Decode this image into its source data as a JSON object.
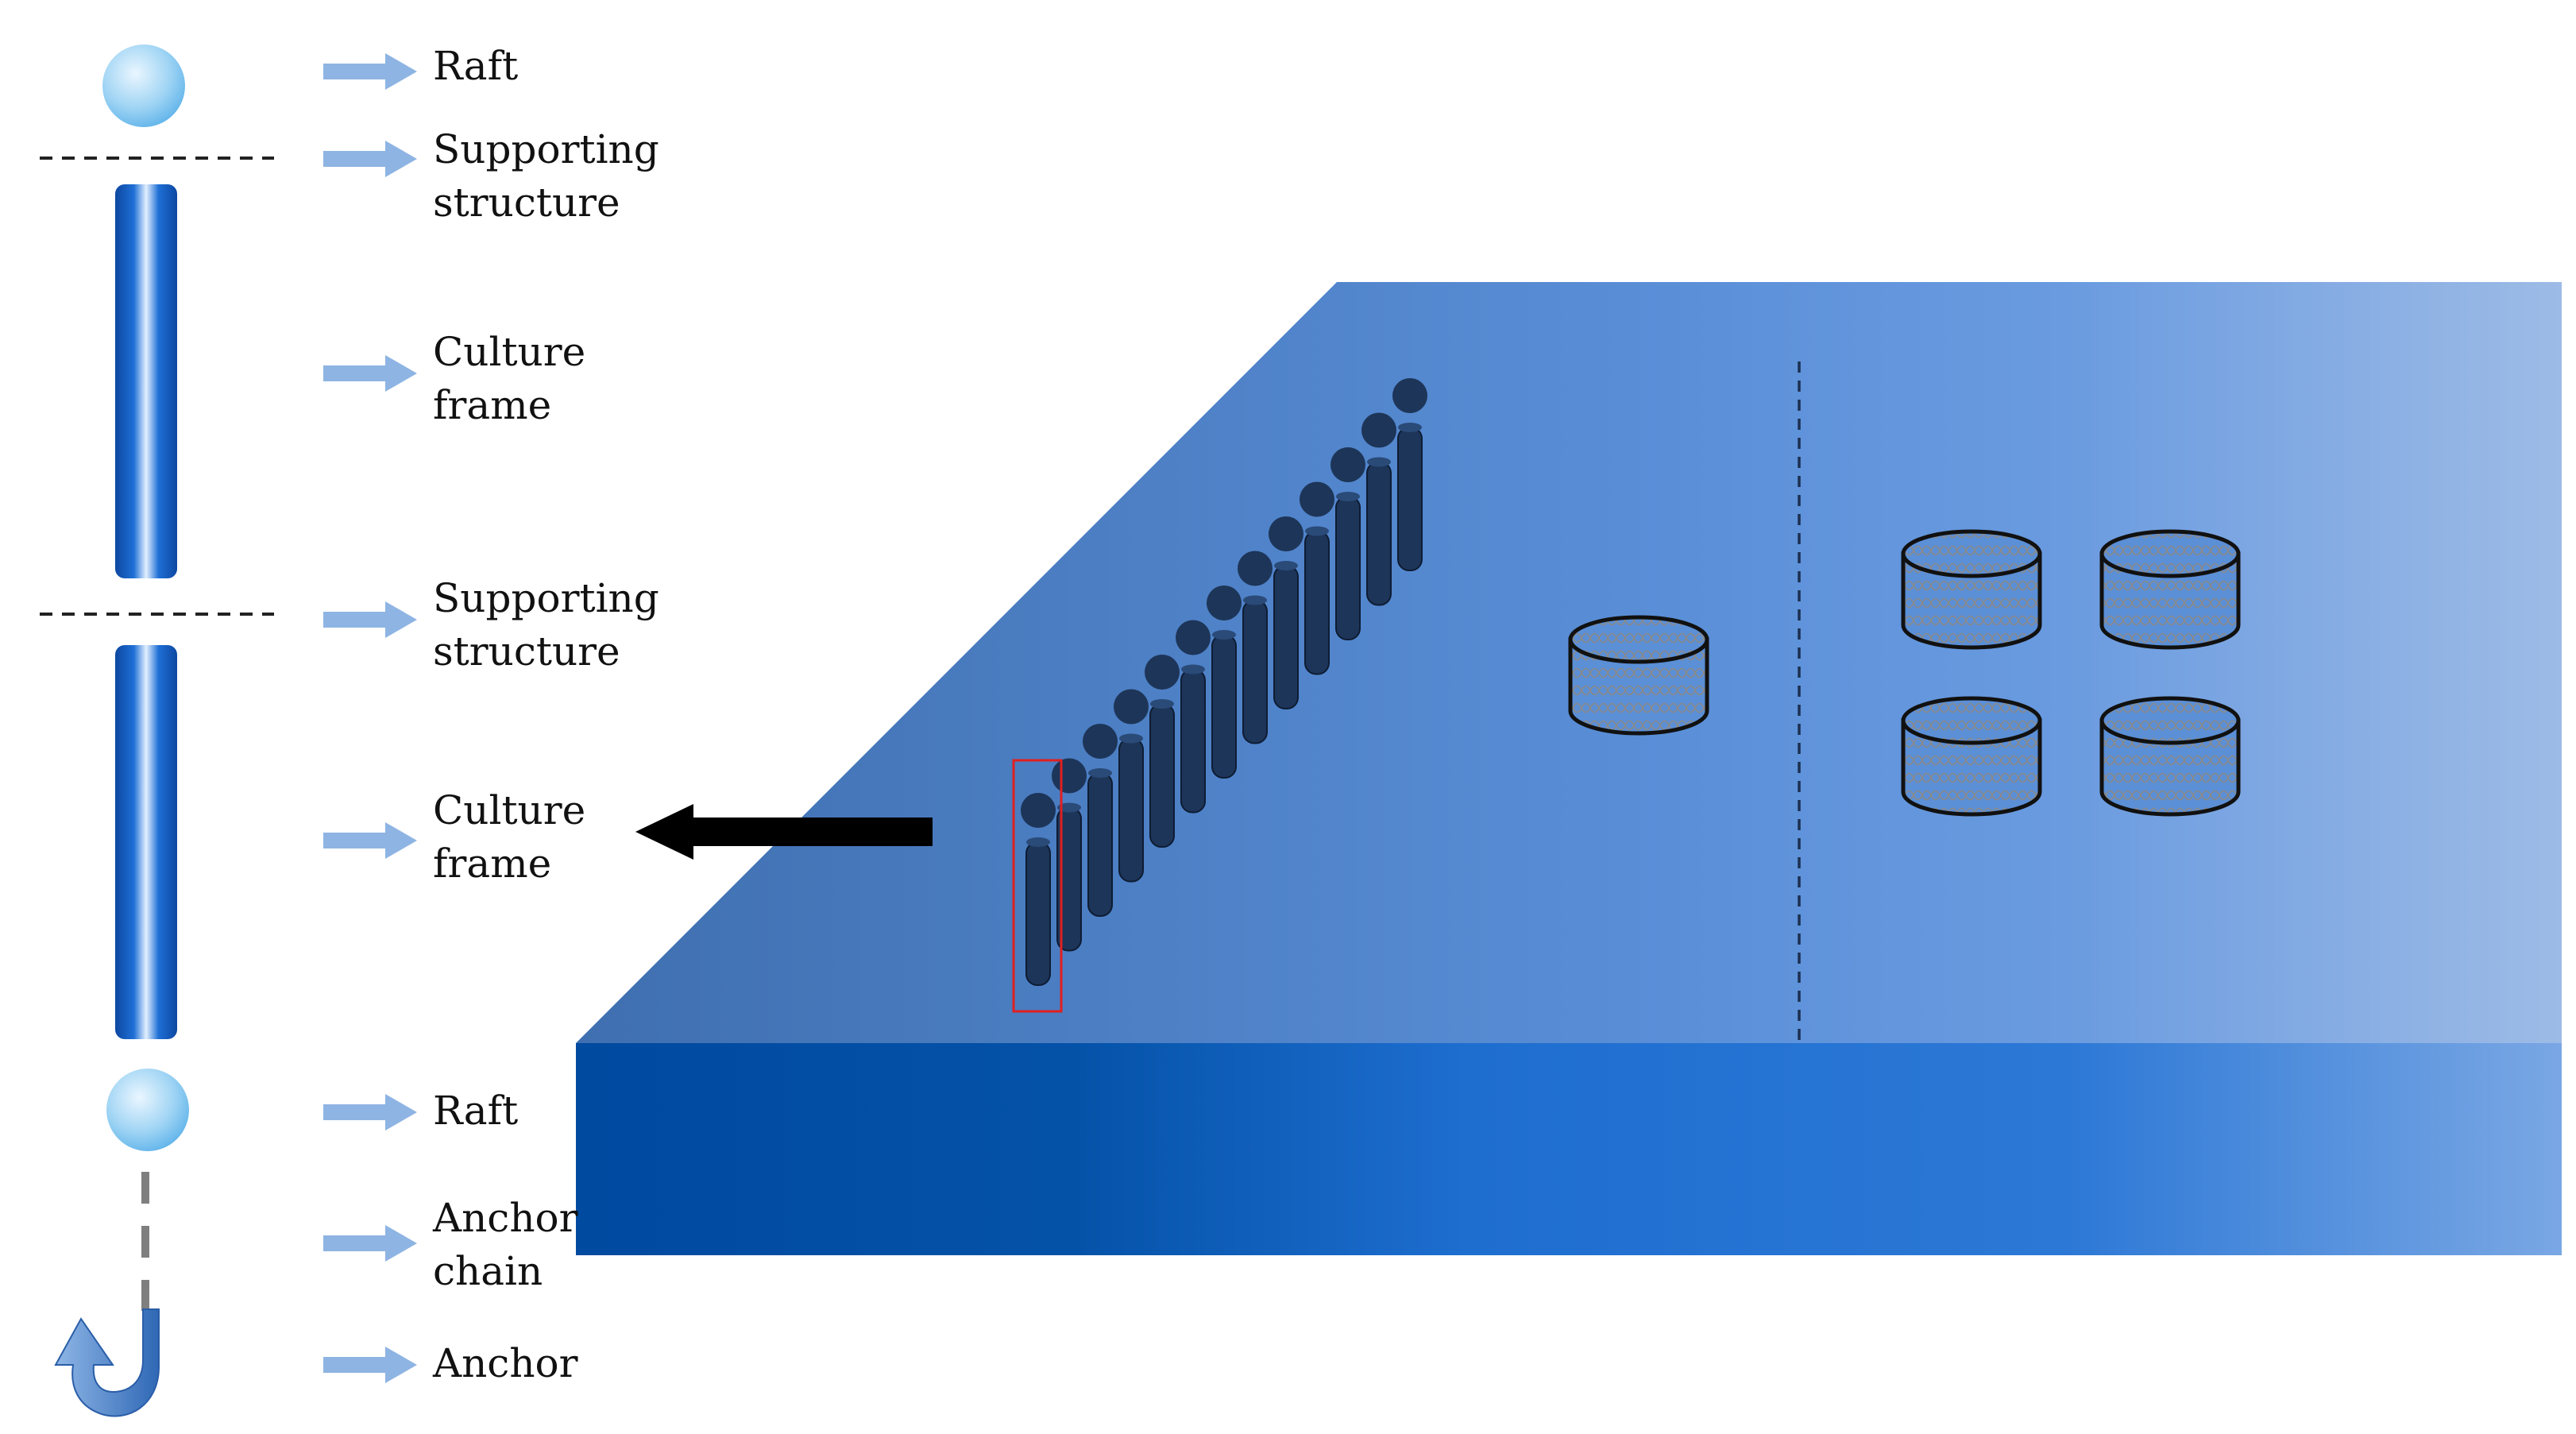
{
  "labels": [
    {
      "key": "raft_top",
      "lines": [
        "Raft"
      ]
    },
    {
      "key": "support_1",
      "lines": [
        "Supporting",
        "structure"
      ]
    },
    {
      "key": "culture_1",
      "lines": [
        "Culture",
        "frame"
      ]
    },
    {
      "key": "support_2",
      "lines": [
        "Supporting",
        "structure"
      ]
    },
    {
      "key": "culture_2",
      "lines": [
        "Culture",
        "frame"
      ]
    },
    {
      "key": "raft_bottom",
      "lines": [
        "Raft"
      ]
    },
    {
      "key": "anchor_chain",
      "lines": [
        "Anchor",
        "chain"
      ]
    },
    {
      "key": "anchor",
      "lines": [
        "Anchor"
      ]
    }
  ],
  "colors": {
    "label_arrow": "#8eb4e3",
    "big_arrow": "#000000",
    "sea_top_left": "#3f6fb0",
    "sea_top_right": "#9dbbe6",
    "sea_front_left": "#004aa0",
    "sea_front_right": "#7aa7e4",
    "frame_post": "#1d3558",
    "frame_bar": "#1565c0",
    "highlight_box": "#e02020",
    "cage_fill": "#5b8fd6",
    "raft": "#9fd4f4"
  },
  "icons": [
    "raft-ball-icon",
    "culture-frame-bar-icon",
    "anchor-icon",
    "net-cage-icon"
  ],
  "row": {
    "post_count": 13
  },
  "cages": {
    "single_count": 1,
    "grid_rows": 2,
    "grid_cols": 2
  }
}
